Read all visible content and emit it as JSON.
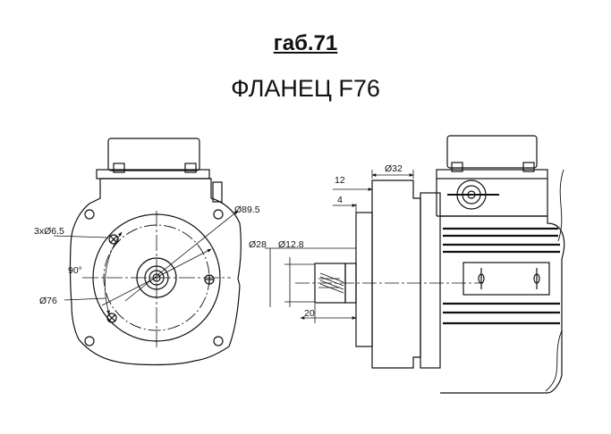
{
  "header": {
    "title": "габ.71",
    "subtitle": "ФЛАНЕЦ F76"
  },
  "front_view": {
    "labels": {
      "holes": "3xØ6.5",
      "angle": "90°",
      "bolt_circle": "Ø76",
      "flange_diameter": "Ø89.5"
    }
  },
  "side_view": {
    "labels": {
      "dim_12": "12",
      "dim_4": "4",
      "dim_d32": "Ø32",
      "dim_d28": "Ø28",
      "dim_d12_8": "Ø12.8",
      "dim_20": "20"
    }
  },
  "colors": {
    "line": "#111111",
    "background": "#ffffff"
  }
}
